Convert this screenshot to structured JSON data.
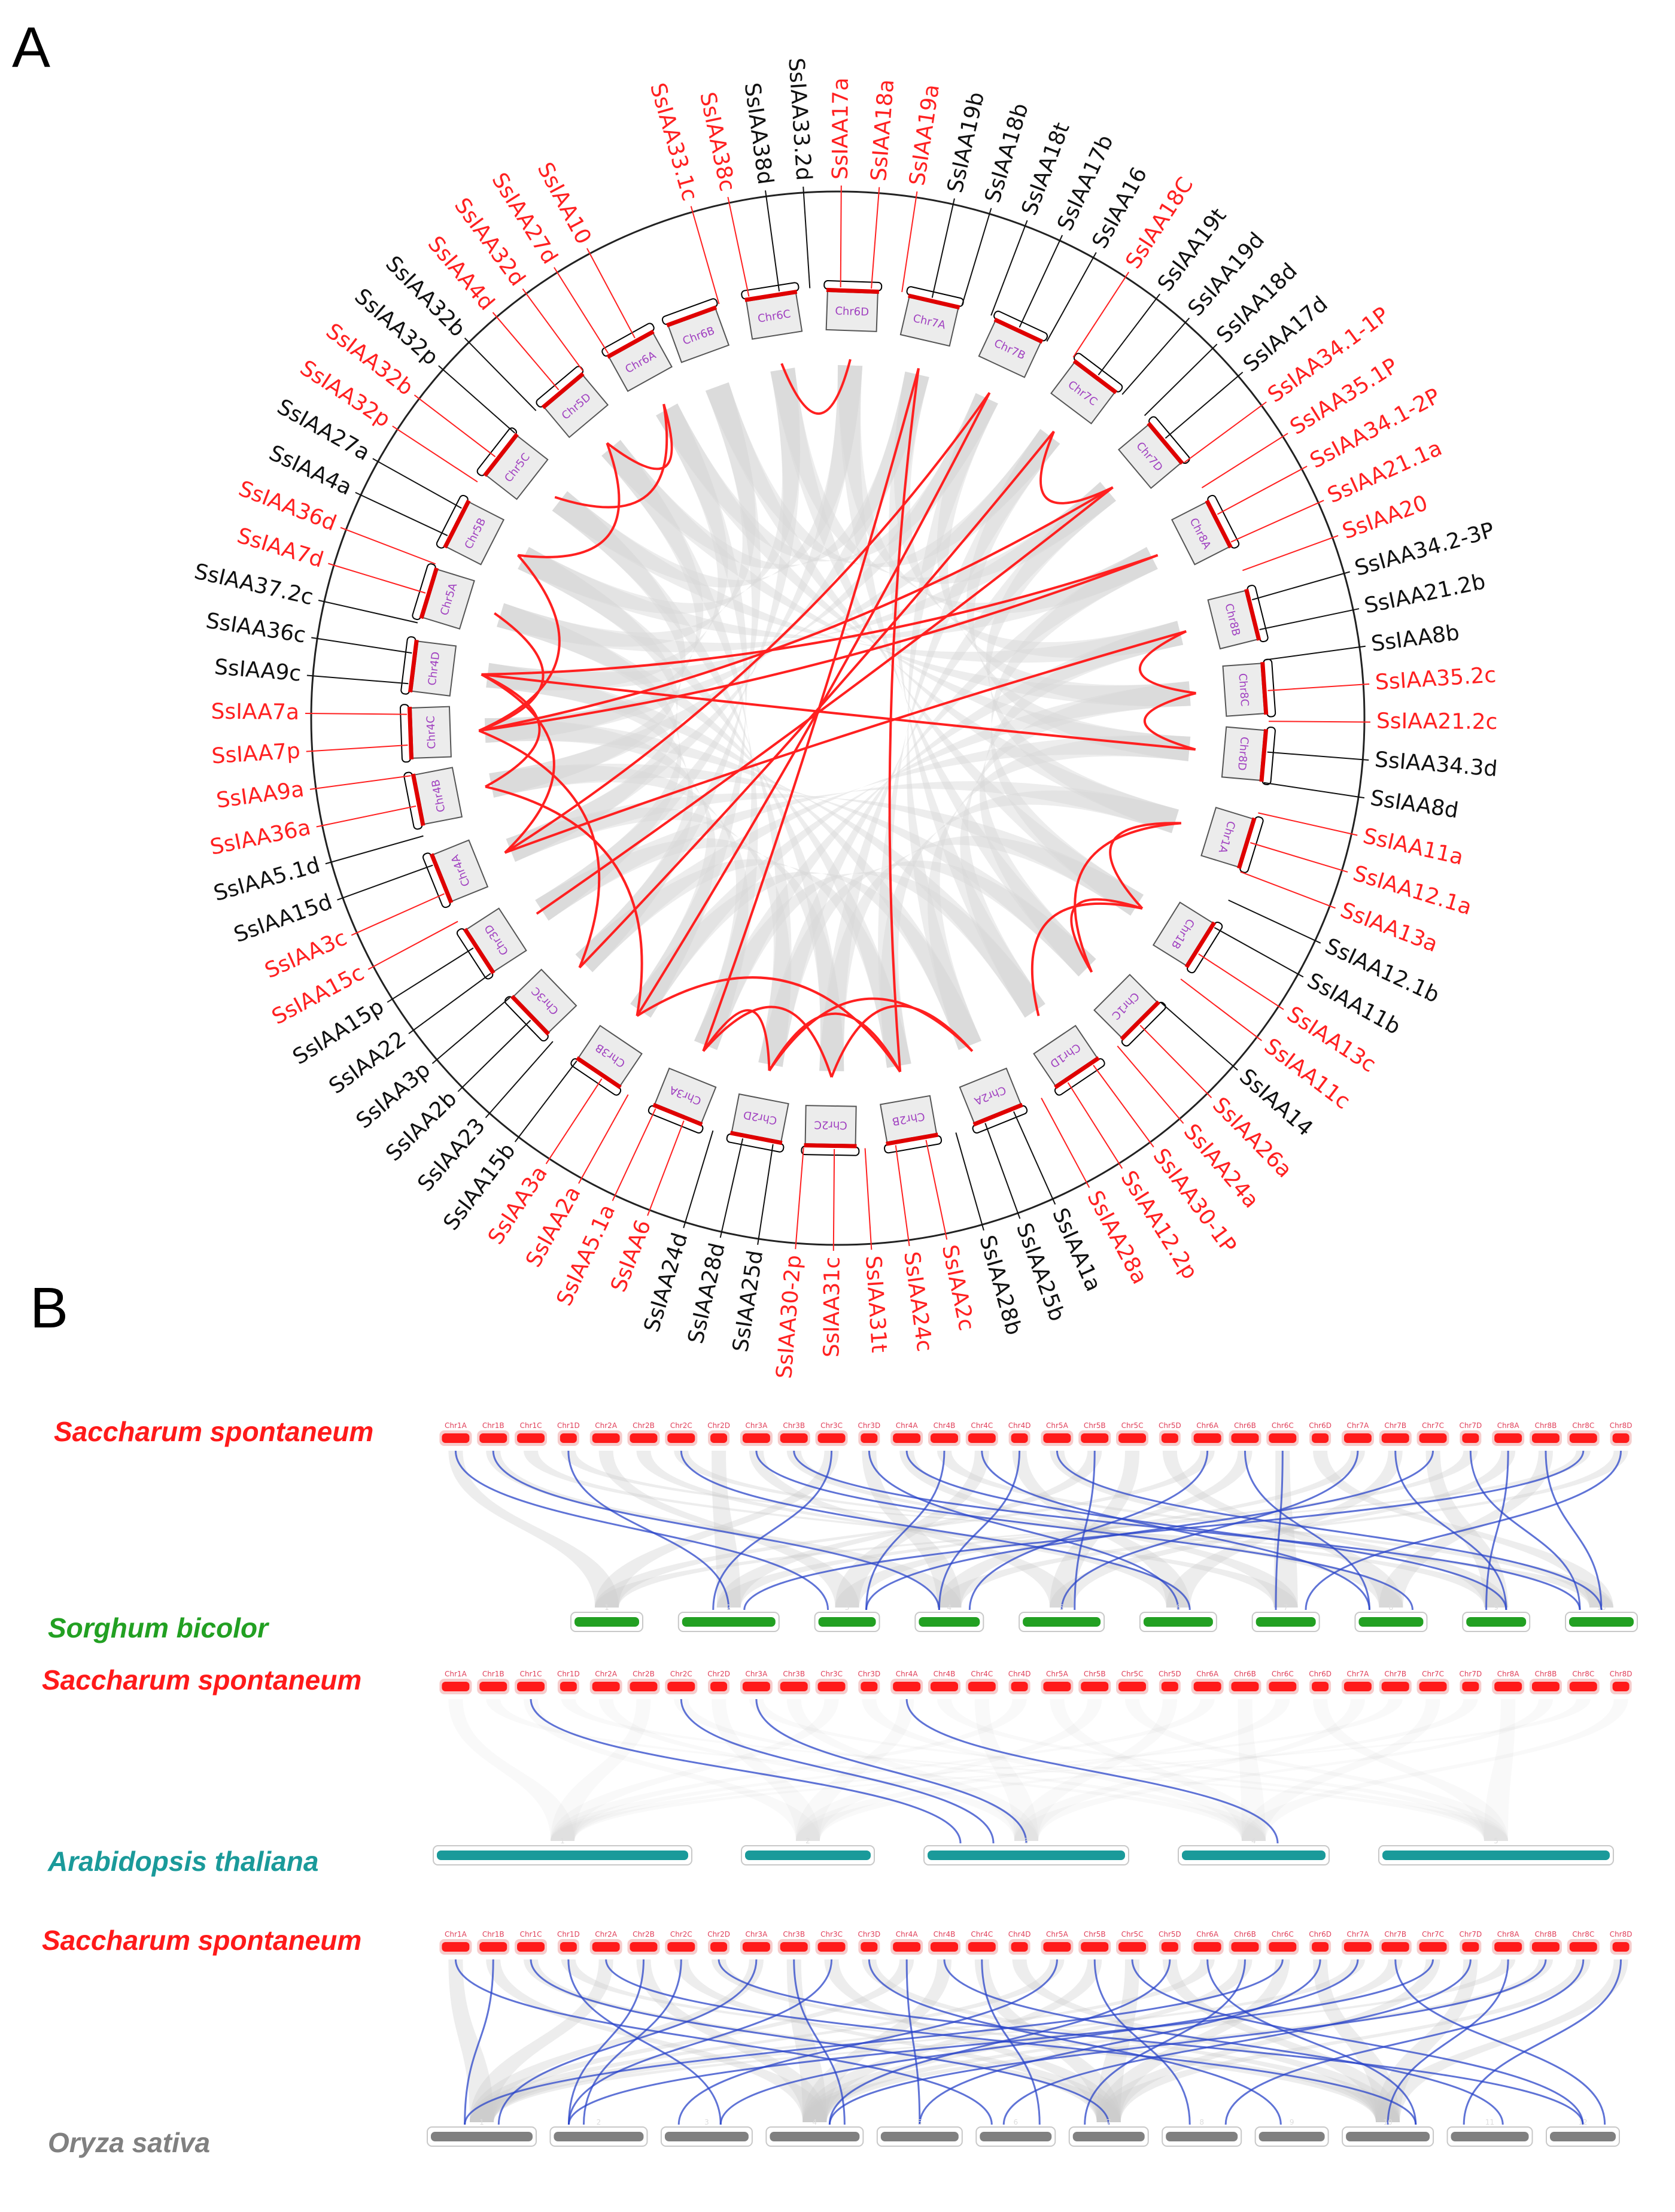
{
  "panels": {
    "a": "A",
    "b": "B"
  },
  "colors": {
    "red": "#ff2020",
    "black": "#111111",
    "ribbon": "#d6d6d6",
    "link": "#2a44c8",
    "ss": "#ff1a1a",
    "sb": "#2aa02a",
    "at": "#1a9a9a",
    "os": "#8a8a8a",
    "chrbox": "#555555",
    "chrtext": "#a040c0"
  },
  "circos": {
    "chromosomes": [
      "Chr1A",
      "Chr1B",
      "Chr1C",
      "Chr1D",
      "Chr2A",
      "Chr2B",
      "Chr2C",
      "Chr2D",
      "Chr3A",
      "Chr3B",
      "Chr3C",
      "Chr3D",
      "Chr4A",
      "Chr4B",
      "Chr4C",
      "Chr4D",
      "Chr5A",
      "Chr5B",
      "Chr5C",
      "Chr5D",
      "Chr6A",
      "Chr6B",
      "Chr6C",
      "Chr6D",
      "Chr7A",
      "Chr7B",
      "Chr7C",
      "Chr7D",
      "Chr8A",
      "Chr8B",
      "Chr8C",
      "Chr8D"
    ],
    "genes": [
      {
        "name": "SsIAA33.1c",
        "c": "red"
      },
      {
        "name": "SsIAA38c",
        "c": "red"
      },
      {
        "name": "SsIAA38d",
        "c": "black"
      },
      {
        "name": "SsIAA33.2d",
        "c": "black"
      },
      {
        "name": "SsIAA17a",
        "c": "red"
      },
      {
        "name": "SsIAA18a",
        "c": "red"
      },
      {
        "name": "SsIAA19a",
        "c": "red"
      },
      {
        "name": "SsIAA19b",
        "c": "black"
      },
      {
        "name": "SsIAA18b",
        "c": "black"
      },
      {
        "name": "SsIAA18t",
        "c": "black"
      },
      {
        "name": "SsIAA17b",
        "c": "black"
      },
      {
        "name": "SsIAA16",
        "c": "black"
      },
      {
        "name": "SsIAA18C",
        "c": "red"
      },
      {
        "name": "SsIAA19t",
        "c": "black"
      },
      {
        "name": "SsIAA19d",
        "c": "black"
      },
      {
        "name": "SsIAA18d",
        "c": "black"
      },
      {
        "name": "SsIAA17d",
        "c": "black"
      },
      {
        "name": "SsIAA34.1-1P",
        "c": "red"
      },
      {
        "name": "SsIAA35.1P",
        "c": "red"
      },
      {
        "name": "SsIAA34.1-2P",
        "c": "red"
      },
      {
        "name": "SsIAA21.1a",
        "c": "red"
      },
      {
        "name": "SsIAA20",
        "c": "red"
      },
      {
        "name": "SsIAA34.2-3P",
        "c": "black"
      },
      {
        "name": "SsIAA21.2b",
        "c": "black"
      },
      {
        "name": "SsIAA8b",
        "c": "black"
      },
      {
        "name": "SsIAA35.2c",
        "c": "red"
      },
      {
        "name": "SsIAA21.2c",
        "c": "red"
      },
      {
        "name": "SsIAA34.3d",
        "c": "black"
      },
      {
        "name": "SsIAA8d",
        "c": "black"
      },
      {
        "name": "SsIAA11a",
        "c": "red"
      },
      {
        "name": "SsIAA12.1a",
        "c": "red"
      },
      {
        "name": "SsIAA13a",
        "c": "red"
      },
      {
        "name": "SsIAA12.1b",
        "c": "black"
      },
      {
        "name": "SsIAA11b",
        "c": "black"
      },
      {
        "name": "SsIAA13c",
        "c": "red"
      },
      {
        "name": "SsIAA11c",
        "c": "red"
      },
      {
        "name": "SsIAA14",
        "c": "black"
      },
      {
        "name": "SsIAA26a",
        "c": "red"
      },
      {
        "name": "SsIAA24a",
        "c": "red"
      },
      {
        "name": "SsIAA30-1P",
        "c": "red"
      },
      {
        "name": "SsIAA12.2p",
        "c": "red"
      },
      {
        "name": "SsIAA28a",
        "c": "red"
      },
      {
        "name": "SsIAA1a",
        "c": "black"
      },
      {
        "name": "SsIAA25b",
        "c": "black"
      },
      {
        "name": "SsIAA28b",
        "c": "black"
      },
      {
        "name": "SsIAA2c",
        "c": "red"
      },
      {
        "name": "SsIAA24c",
        "c": "red"
      },
      {
        "name": "SsIAA31t",
        "c": "red"
      },
      {
        "name": "SsIAA31c",
        "c": "red"
      },
      {
        "name": "SsIAA30-2p",
        "c": "red"
      },
      {
        "name": "SsIAA25d",
        "c": "black"
      },
      {
        "name": "SsIAA28d",
        "c": "black"
      },
      {
        "name": "SsIAA24d",
        "c": "black"
      },
      {
        "name": "SsIAA6",
        "c": "red"
      },
      {
        "name": "SsIAA5.1a",
        "c": "red"
      },
      {
        "name": "SsIAA2a",
        "c": "red"
      },
      {
        "name": "SsIAA3a",
        "c": "red"
      },
      {
        "name": "SsIAA15b",
        "c": "black"
      },
      {
        "name": "SsIAA23",
        "c": "black"
      },
      {
        "name": "SsIAA2b",
        "c": "black"
      },
      {
        "name": "SsIAA3p",
        "c": "black"
      },
      {
        "name": "SsIAA22",
        "c": "black"
      },
      {
        "name": "SsIAA15p",
        "c": "black"
      },
      {
        "name": "SsIAA15c",
        "c": "red"
      },
      {
        "name": "SsIAA3c",
        "c": "red"
      },
      {
        "name": "SsIAA15d",
        "c": "black"
      },
      {
        "name": "SsIAA5.1d",
        "c": "black"
      },
      {
        "name": "SsIAA36a",
        "c": "red"
      },
      {
        "name": "SsIAA9a",
        "c": "red"
      },
      {
        "name": "SsIAA7p",
        "c": "red"
      },
      {
        "name": "SsIAA7a",
        "c": "red"
      },
      {
        "name": "SsIAA9c",
        "c": "black"
      },
      {
        "name": "SsIAA36c",
        "c": "black"
      },
      {
        "name": "SsIAA37.2c",
        "c": "black"
      },
      {
        "name": "SsIAA7d",
        "c": "red"
      },
      {
        "name": "SsIAA36d",
        "c": "red"
      },
      {
        "name": "SsIAA4a",
        "c": "black"
      },
      {
        "name": "SsIAA27a",
        "c": "black"
      },
      {
        "name": "SsIAA32p",
        "c": "red"
      },
      {
        "name": "SsIAA32b",
        "c": "red"
      },
      {
        "name": "SsIAA32p",
        "c": "black"
      },
      {
        "name": "SsIAA32b",
        "c": "black"
      },
      {
        "name": "SsIAA4d",
        "c": "red"
      },
      {
        "name": "SsIAA32d",
        "c": "red"
      },
      {
        "name": "SsIAA27d",
        "c": "red"
      },
      {
        "name": "SsIAA10",
        "c": "red"
      }
    ]
  },
  "synteny": [
    {
      "upper": "Saccharum spontaneum",
      "lower": "Sorghum bicolor",
      "upper_color": "#ff1a1a",
      "lower_color": "#22a022",
      "lower_chroms": [
        "1",
        "2",
        "3",
        "4",
        "5",
        "6",
        "7",
        "8",
        "9",
        "10"
      ]
    },
    {
      "upper": "Saccharum spontaneum",
      "lower": "Arabidopsis thaliana",
      "upper_color": "#ff1a1a",
      "lower_color": "#1a9a9a",
      "lower_chroms": [
        "1",
        "2",
        "3",
        "4",
        "5"
      ]
    },
    {
      "upper": "Saccharum spontaneum",
      "lower": "Oryza sativa",
      "upper_color": "#ff1a1a",
      "lower_color": "#808080",
      "lower_chroms": [
        "1",
        "2",
        "3",
        "4",
        "5",
        "6",
        "7",
        "8",
        "9",
        "10",
        "11",
        "12"
      ]
    }
  ]
}
